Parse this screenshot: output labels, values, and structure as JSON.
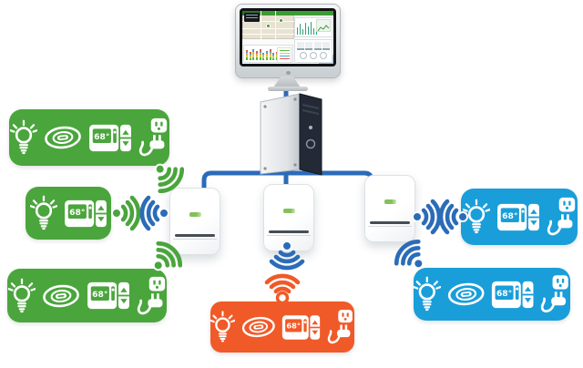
{
  "colors": {
    "green": "#4aa53c",
    "blue": "#1a9ed9",
    "orange": "#f05a28",
    "line": "#2b6cb8"
  },
  "thermostat_display": "68°",
  "groups": [
    {
      "name": "zone-top-left",
      "color": "green",
      "icons": [
        "light-bulb",
        "smoke-detector",
        "thermostat",
        "smart-plug"
      ]
    },
    {
      "name": "zone-mid-left",
      "color": "green",
      "icons": [
        "light-bulb",
        "thermostat"
      ]
    },
    {
      "name": "zone-bottom-left",
      "color": "green",
      "icons": [
        "light-bulb",
        "smoke-detector",
        "thermostat",
        "smart-plug"
      ]
    },
    {
      "name": "zone-mid-right",
      "color": "blue",
      "icons": [
        "light-bulb",
        "thermostat",
        "smart-plug"
      ]
    },
    {
      "name": "zone-bottom-right",
      "color": "blue",
      "icons": [
        "light-bulb",
        "smoke-detector",
        "thermostat",
        "smart-plug"
      ]
    },
    {
      "name": "zone-bottom-center",
      "color": "orange",
      "icons": [
        "light-bulb",
        "smoke-detector",
        "thermostat",
        "smart-plug"
      ]
    }
  ],
  "gateways": [
    {
      "name": "gateway-left"
    },
    {
      "name": "gateway-center"
    },
    {
      "name": "gateway-right"
    }
  ],
  "monitor": {
    "dashboard": {
      "header_color": "#3d9b35",
      "energy_chart": {
        "type": "bar",
        "values": [
          55,
          78,
          42,
          88,
          60,
          96,
          50,
          30
        ],
        "color": "#2f9e74"
      },
      "usage_chart": {
        "type": "stacked-bar",
        "values": [
          78,
          62,
          88,
          70,
          84,
          58,
          74,
          86,
          56,
          68
        ],
        "palette": [
          "#58b647",
          "#c9d54a",
          "#f2a53b",
          "#4aa3df",
          "#e05a4e"
        ],
        "fractions": [
          0.28,
          0.22,
          0.2,
          0.16,
          0.14
        ]
      }
    }
  }
}
